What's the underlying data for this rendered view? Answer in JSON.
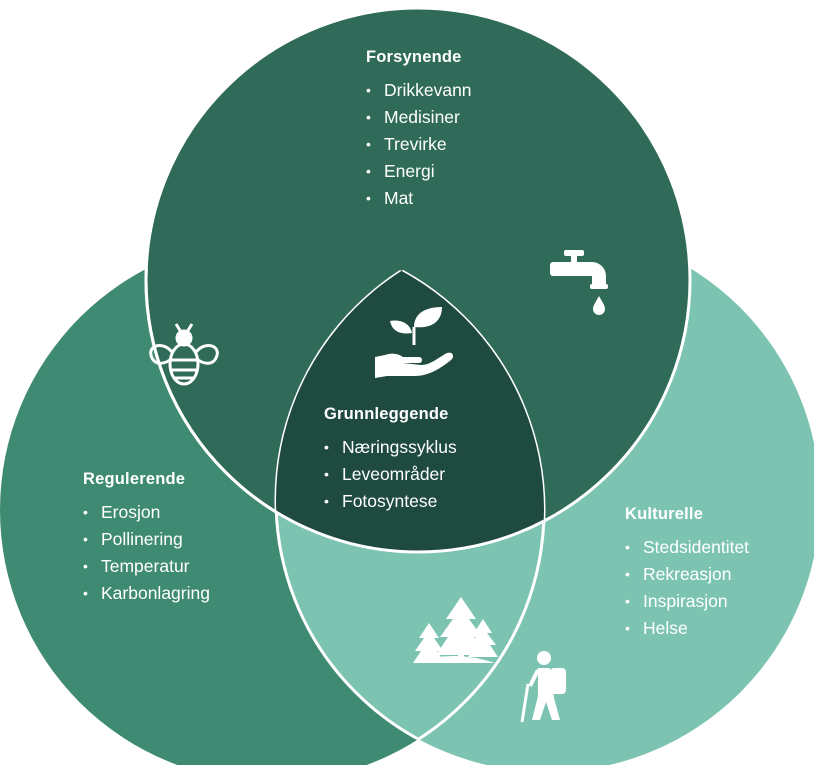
{
  "diagram": {
    "colors": {
      "provisioning": "#2f6b58",
      "regulating": "#3f8a72",
      "cultural": "#7cc4b1",
      "supporting": "#1f4a3f",
      "text": "#ffffff"
    },
    "provisioning": {
      "title": "Forsynende",
      "items": [
        "Drikkevann",
        "Medisiner",
        "Trevirke",
        "Energi",
        "Mat"
      ],
      "icon": "water-tap-icon"
    },
    "regulating": {
      "title": "Regulerende",
      "items": [
        "Erosjon",
        "Pollinering",
        "Temperatur",
        "Karbonlagring"
      ],
      "icon": "bee-icon"
    },
    "cultural": {
      "title": "Kulturelle",
      "items": [
        "Stedsidentitet",
        "Rekreasjon",
        "Inspirasjon",
        "Helse"
      ],
      "icons": [
        "forest-icon",
        "hiker-icon"
      ]
    },
    "supporting": {
      "title": "Grunnleggende",
      "items": [
        "Næringssyklus",
        "Leveområder",
        "Fotosyntese"
      ],
      "icon": "plant-in-hand-icon"
    }
  }
}
